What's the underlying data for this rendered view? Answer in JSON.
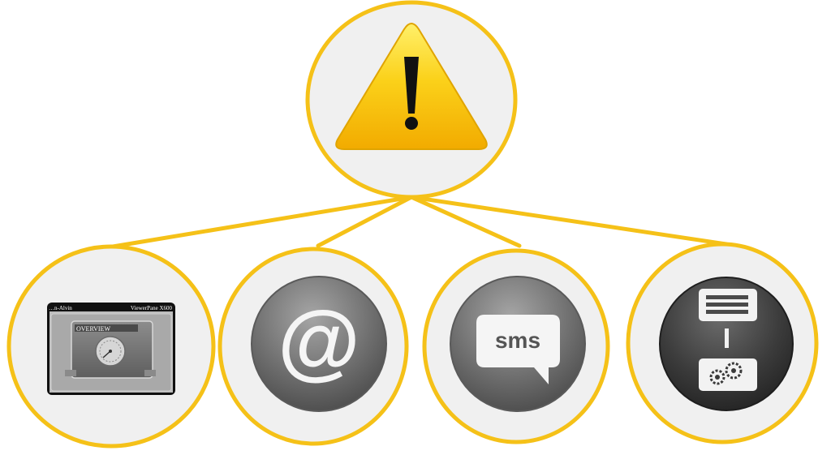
{
  "diagram": {
    "root": {
      "icon": "warning-triangle-icon",
      "symbol": "!"
    },
    "children": [
      {
        "icon": "hmi-panel-icon",
        "brand_label": "…n-Alvin",
        "model_label": "ViewerPane X600",
        "screen_title": "OVERVIEW"
      },
      {
        "icon": "email-at-icon",
        "symbol": "@"
      },
      {
        "icon": "sms-bubble-icon",
        "label": "sms"
      },
      {
        "icon": "process-gears-icon"
      }
    ]
  },
  "colors": {
    "ring": "#f5c118",
    "node_fill": "#f0f0f0",
    "warning_top": "#fde83a",
    "warning_bottom": "#f4b000",
    "icon_dark": "#3a3a3a",
    "icon_gray": "#7a7a7a"
  }
}
